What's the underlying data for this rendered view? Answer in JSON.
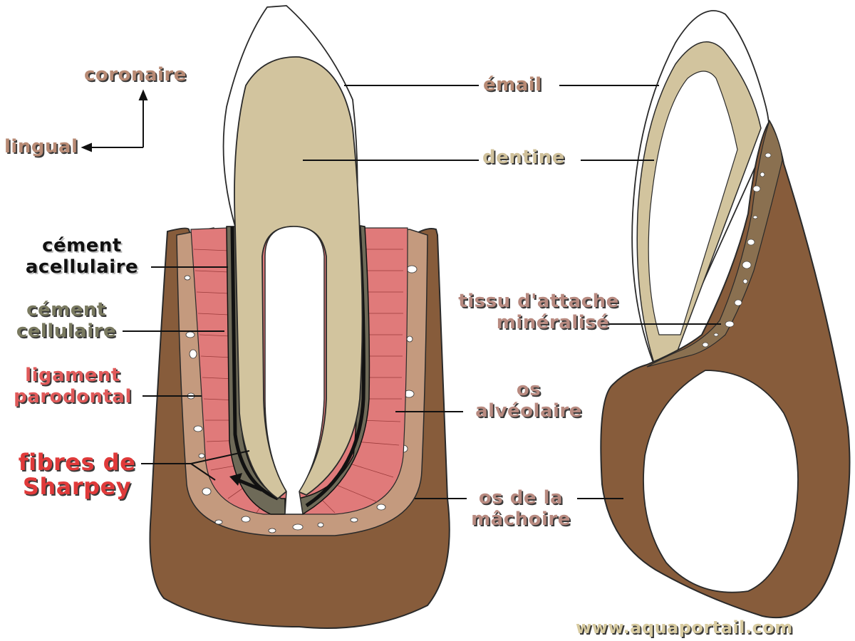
{
  "labels": {
    "coronaire": "coronaire",
    "lingual": "lingual",
    "email": "émail",
    "dentine": "dentine",
    "cement_acellulaire_1": "cément",
    "cement_acellulaire_2": "acellulaire",
    "cement_cellulaire_1": "cément",
    "cement_cellulaire_2": "cellulaire",
    "ligament_1": "ligament",
    "ligament_2": "parodontal",
    "fibres_1": "fibres de",
    "fibres_2": "Sharpey",
    "tissu_1": "tissu d'attache",
    "tissu_2": "minéralisé",
    "os_alv_1": "os",
    "os_alv_2": "alvéolaire",
    "os_mach_1": "os de la",
    "os_mach_2": "mâchoire",
    "website": "www.aquaportail.com"
  },
  "colors": {
    "bone": "#875c3b",
    "alveolar": "#c49a7e",
    "ligament": "#e07a7a",
    "dentine": "#d2c49e",
    "cement": "#6e6a58",
    "enamel": "#ffffff",
    "outline": "#2a2a2a"
  }
}
